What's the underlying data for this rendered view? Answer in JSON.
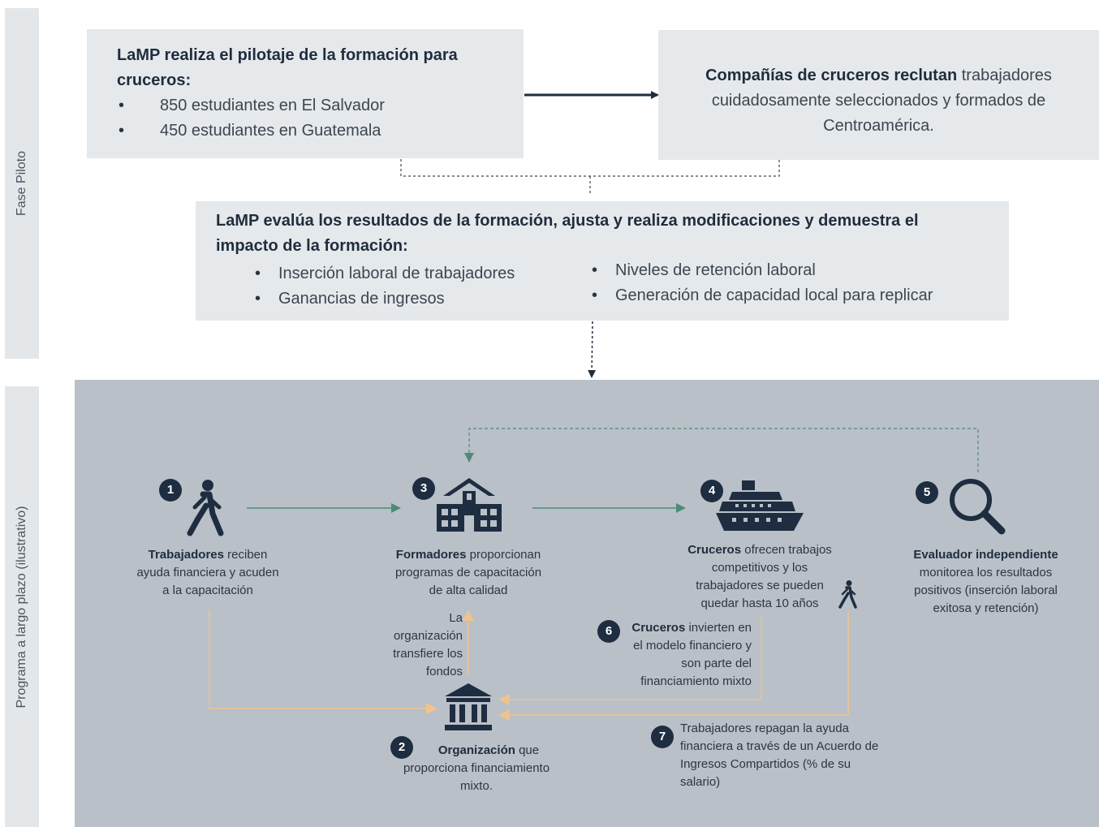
{
  "sidebar": {
    "pilot_label": "Fase Piloto",
    "longterm_label": "Programa a largo plazo (ilustrativo)"
  },
  "pilot_box": {
    "title_line1": "LaMP realiza el pilotaje de la formación para",
    "title_line2": "cruceros:",
    "bullets": [
      "850 estudiantes en El Salvador",
      "450 estudiantes en Guatemala"
    ]
  },
  "cruise_box": {
    "bold": "Compañías de cruceros reclutan",
    "rest_line1": " trabajadores",
    "line2": "cuidadosamente seleccionados y formados de",
    "line3": "Centroamérica."
  },
  "eval_box": {
    "title_line1": "LaMP evalúa los resultados de la formación, ajusta y realiza modificaciones y demuestra el",
    "title_line2": "impacto de la formación:",
    "bullets_left": [
      "Inserción laboral de trabajadores",
      "Ganancias de ingresos"
    ],
    "bullets_right": [
      "Niveles de retención laboral",
      "Generación de capacidad local para replicar"
    ]
  },
  "nodes": {
    "n1": {
      "badge": "1",
      "icon": "walking-person-icon",
      "bold": "Trabajadores",
      "rest": " reciben",
      "line2": "ayuda financiera y acuden",
      "line3": "a la capacitación"
    },
    "n2": {
      "badge": "2",
      "icon": "bank-icon",
      "bold": "Organización",
      "rest": " que",
      "line2": "proporciona financiamiento",
      "line3": "mixto."
    },
    "n3": {
      "badge": "3",
      "icon": "school-building-icon",
      "bold": "Formadores",
      "rest": " proporcionan",
      "line2": "programas de capacitación",
      "line3": "de alta calidad"
    },
    "n4": {
      "badge": "4",
      "icon": "cruise-ship-icon",
      "bold": "Cruceros",
      "rest": " ofrecen trabajos",
      "line2": "competitivos y los",
      "line3": "trabajadores se pueden",
      "line4": "quedar hasta 10 años"
    },
    "n5": {
      "badge": "5",
      "icon": "magnifying-glass-icon",
      "bold": "Evaluador independiente",
      "line2": "monitorea los resultados",
      "line3": "positivos (inserción laboral",
      "line4": "exitosa y retención)"
    },
    "n6": {
      "badge": "6",
      "bold": "Cruceros",
      "rest": " invierten en",
      "line2": "el modelo financiero y",
      "line3": "son parte del",
      "line4": "financiamiento mixto"
    },
    "n7": {
      "badge": "7",
      "line1": "Trabajadores repagan la ayuda",
      "line2": "financiera a través de un Acuerdo de",
      "line3": "Ingresos Compartidos (% de su",
      "line4": "salario)"
    }
  },
  "transfer_note": [
    "La",
    "organización",
    "transfiere los",
    "fondos"
  ],
  "colors": {
    "teal_arrow": "#4f8a78",
    "orange_arrow": "#f0c38c",
    "navy": "#1e2d40",
    "box_bg": "#e6e9ec",
    "panel_bg": "#b9c0c8"
  }
}
